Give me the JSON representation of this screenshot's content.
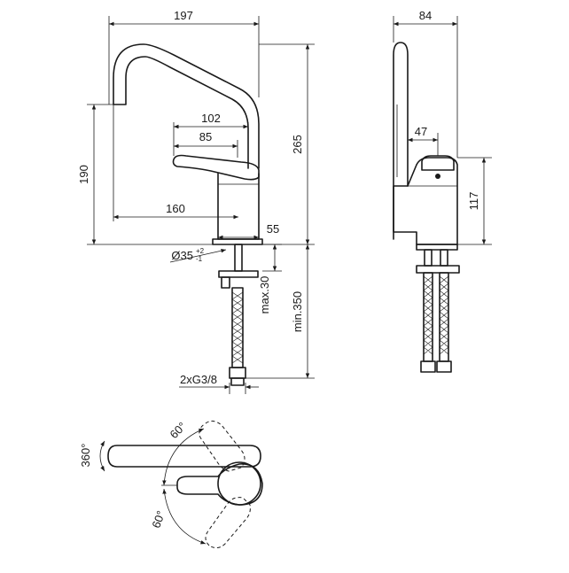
{
  "front_view": {
    "width_197": "197",
    "handle_102": "102",
    "handle_85": "85",
    "height_190": "190",
    "height_265": "265",
    "reach_160": "160",
    "base_55": "55",
    "hole_diameter": "Ø35",
    "hole_tol_plus": "+2",
    "hole_tol_minus": "-1",
    "max_thickness": "max.30",
    "min_hose": "min.350",
    "connection": "2xG3/8"
  },
  "side_view": {
    "depth_84": "84",
    "offset_47": "47",
    "height_117": "117"
  },
  "top_view": {
    "swivel": "360°",
    "lever_up": "60°",
    "lever_down": "60°"
  }
}
